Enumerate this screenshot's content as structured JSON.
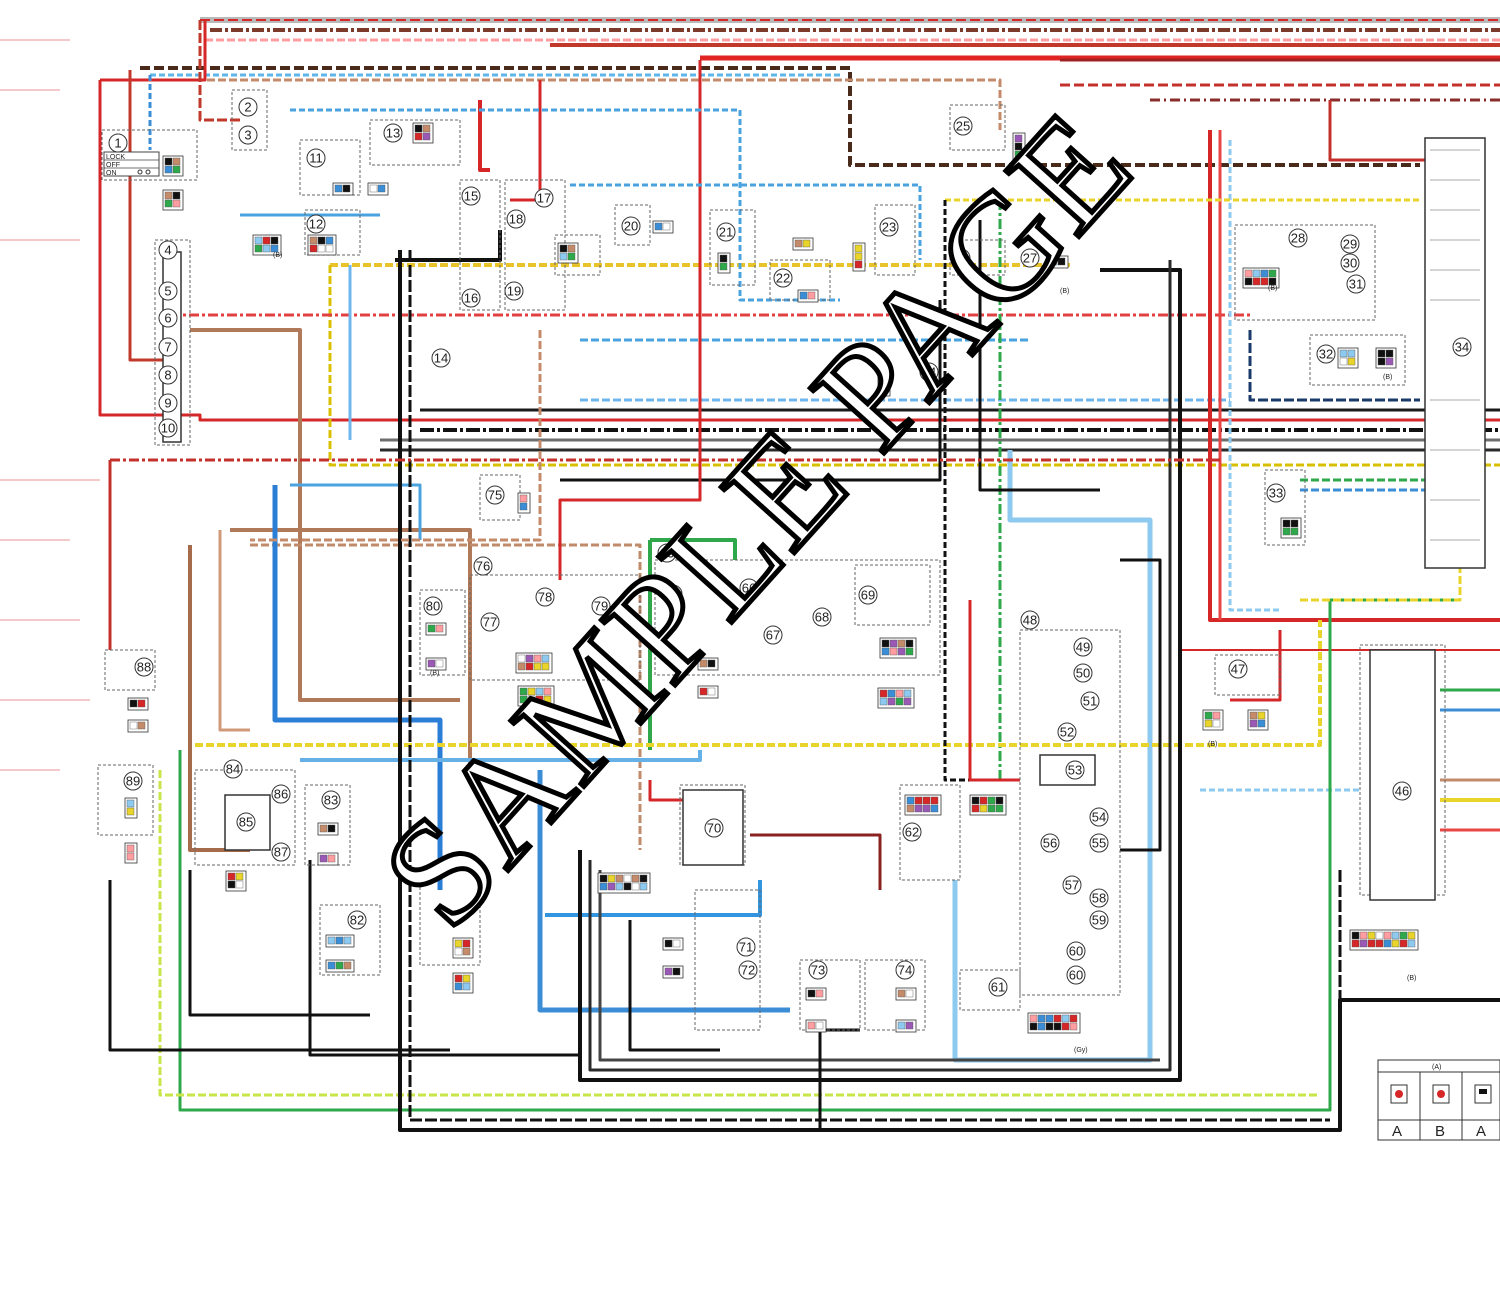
{
  "watermark": "SAMPLE PAGE",
  "components": [
    {
      "num": "1"
    },
    {
      "num": "2"
    },
    {
      "num": "3"
    },
    {
      "num": "4"
    },
    {
      "num": "5"
    },
    {
      "num": "6"
    },
    {
      "num": "7"
    },
    {
      "num": "8"
    },
    {
      "num": "9"
    },
    {
      "num": "10"
    },
    {
      "num": "11"
    },
    {
      "num": "12"
    },
    {
      "num": "13"
    },
    {
      "num": "14"
    },
    {
      "num": "15"
    },
    {
      "num": "16"
    },
    {
      "num": "17"
    },
    {
      "num": "18"
    },
    {
      "num": "19"
    },
    {
      "num": "20"
    },
    {
      "num": "21"
    },
    {
      "num": "22"
    },
    {
      "num": "23"
    },
    {
      "num": "24"
    },
    {
      "num": "25"
    },
    {
      "num": "26"
    },
    {
      "num": "27"
    },
    {
      "num": "28"
    },
    {
      "num": "29"
    },
    {
      "num": "30"
    },
    {
      "num": "31"
    },
    {
      "num": "32"
    },
    {
      "num": "33"
    },
    {
      "num": "34"
    },
    {
      "num": "46"
    },
    {
      "num": "47"
    },
    {
      "num": "48"
    },
    {
      "num": "49"
    },
    {
      "num": "50"
    },
    {
      "num": "51"
    },
    {
      "num": "52"
    },
    {
      "num": "53"
    },
    {
      "num": "54"
    },
    {
      "num": "55"
    },
    {
      "num": "56"
    },
    {
      "num": "57"
    },
    {
      "num": "58"
    },
    {
      "num": "59"
    },
    {
      "num": "60"
    },
    {
      "num": "60"
    },
    {
      "num": "61"
    },
    {
      "num": "62"
    },
    {
      "num": "63"
    },
    {
      "num": "64"
    },
    {
      "num": "66"
    },
    {
      "num": "67"
    },
    {
      "num": "68"
    },
    {
      "num": "69"
    },
    {
      "num": "70"
    },
    {
      "num": "71"
    },
    {
      "num": "72"
    },
    {
      "num": "73"
    },
    {
      "num": "74"
    },
    {
      "num": "75"
    },
    {
      "num": "76"
    },
    {
      "num": "77"
    },
    {
      "num": "78"
    },
    {
      "num": "79"
    },
    {
      "num": "80"
    },
    {
      "num": "82"
    },
    {
      "num": "83"
    },
    {
      "num": "84"
    },
    {
      "num": "85"
    },
    {
      "num": "86"
    },
    {
      "num": "87"
    },
    {
      "num": "88"
    },
    {
      "num": "89"
    }
  ],
  "switch_labels": [
    "LOCK",
    "OFF",
    "ON"
  ],
  "connector_tags": [
    "(B)",
    "(B)",
    "(B)",
    "(B)",
    "(B)",
    "(B)",
    "(Gy)",
    "(B)"
  ],
  "legend": {
    "header": "(A)",
    "cells": [
      "A",
      "B",
      "A"
    ]
  }
}
